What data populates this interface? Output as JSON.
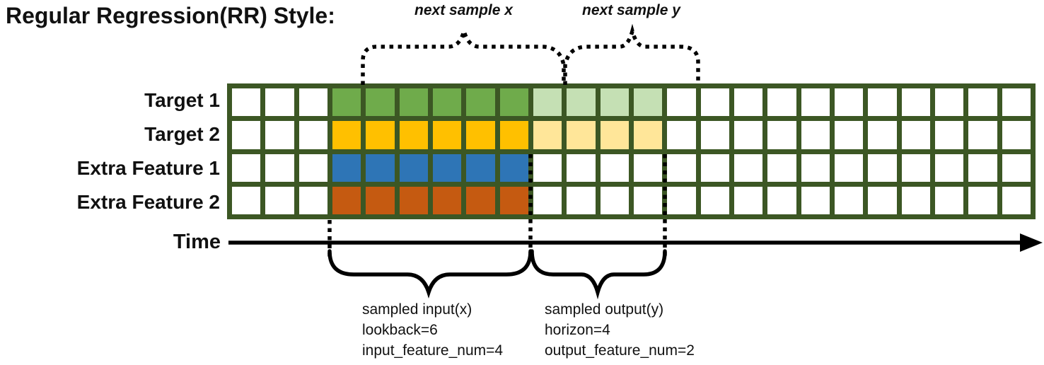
{
  "title": "Regular Regression(RR) Style:",
  "annotations": {
    "next_sample_x": "next sample x",
    "next_sample_y": "next sample y",
    "time_label": "Time",
    "input_summary": [
      "sampled input(x)",
      "lookback=6",
      "input_feature_num=4"
    ],
    "output_summary": [
      "sampled output(y)",
      "horizon=4",
      "output_feature_num=2"
    ]
  },
  "parameters": {
    "lookback": 6,
    "horizon": 4,
    "input_feature_num": 4,
    "output_feature_num": 2
  },
  "colors": {
    "grid_border": "#3C5724",
    "white": "#FFFFFF",
    "green": "#6FAB4B",
    "light_green": "#C5E0B4",
    "gold": "#FFC000",
    "light_gold": "#FFE699",
    "blue": "#2E75B6",
    "orange": "#C55A11",
    "annotation": "#000000"
  },
  "grid": {
    "columns": 24,
    "rows": [
      {
        "label": "Target 1",
        "segments": [
          {
            "count": 3,
            "color": "white"
          },
          {
            "count": 6,
            "color": "green"
          },
          {
            "count": 4,
            "color": "light_green"
          },
          {
            "count": 11,
            "color": "white"
          }
        ]
      },
      {
        "label": "Target 2",
        "segments": [
          {
            "count": 3,
            "color": "white"
          },
          {
            "count": 6,
            "color": "gold"
          },
          {
            "count": 4,
            "color": "light_gold"
          },
          {
            "count": 11,
            "color": "white"
          }
        ]
      },
      {
        "label": "Extra Feature 1",
        "segments": [
          {
            "count": 3,
            "color": "white"
          },
          {
            "count": 6,
            "color": "blue"
          },
          {
            "count": 15,
            "color": "white"
          }
        ]
      },
      {
        "label": "Extra Feature 2",
        "segments": [
          {
            "count": 3,
            "color": "white"
          },
          {
            "count": 6,
            "color": "orange"
          },
          {
            "count": 15,
            "color": "white"
          }
        ]
      }
    ]
  }
}
